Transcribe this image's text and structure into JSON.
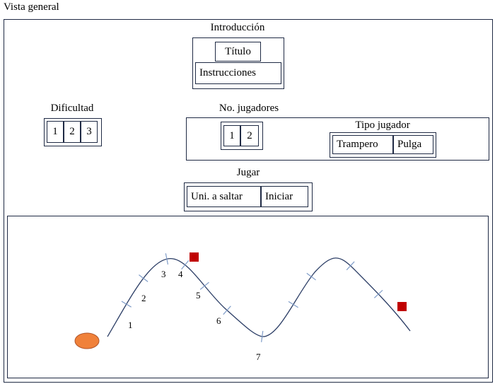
{
  "overview": {
    "title": "Vista general"
  },
  "intro": {
    "title": "Introducción",
    "titulo": "Título",
    "instrucciones": "Instrucciones"
  },
  "difficulty": {
    "title": "Dificultad",
    "options": [
      "1",
      "2",
      "3"
    ]
  },
  "players": {
    "title": "No. jugadores",
    "options": [
      "1",
      "2"
    ]
  },
  "player_type": {
    "title": "Tipo jugador",
    "options": [
      "Trampero",
      "Pulga"
    ]
  },
  "play": {
    "title": "Jugar",
    "units_label": "Uni. a saltar",
    "start_label": "Iniciar"
  },
  "track": {
    "marks": [
      "1",
      "2",
      "3",
      "4",
      "5",
      "6",
      "7"
    ],
    "colors": {
      "path": "#2c3e66",
      "ball": "#f0813a",
      "ball_stroke": "#b0552a",
      "flag": "#c00000"
    }
  }
}
